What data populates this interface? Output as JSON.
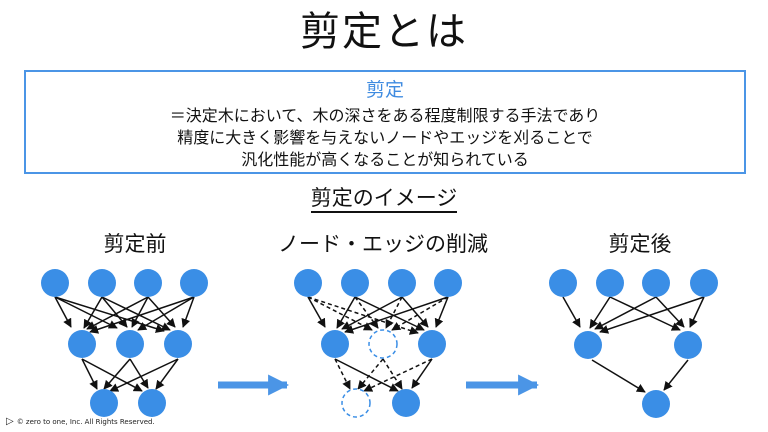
{
  "title": "剪定とは",
  "definition": {
    "label": "剪定",
    "lines": [
      "＝決定木において、木の深さをある程度制限する手法であり",
      "精度に大きく影響を与えないノードやエッジを刈ることで",
      "汎化性能が高くなることが知られている"
    ]
  },
  "image_section_title": "剪定のイメージ",
  "stages": [
    {
      "label": "剪定前"
    },
    {
      "label": "ノード・エッジの削減"
    },
    {
      "label": "剪定後"
    }
  ],
  "footer": {
    "logo": "▷",
    "copyright": "© zero to one, Inc. All Rights Reserved."
  },
  "colors": {
    "node": "#3a8ee6",
    "accent": "#4b95e6",
    "edge": "#111111"
  }
}
